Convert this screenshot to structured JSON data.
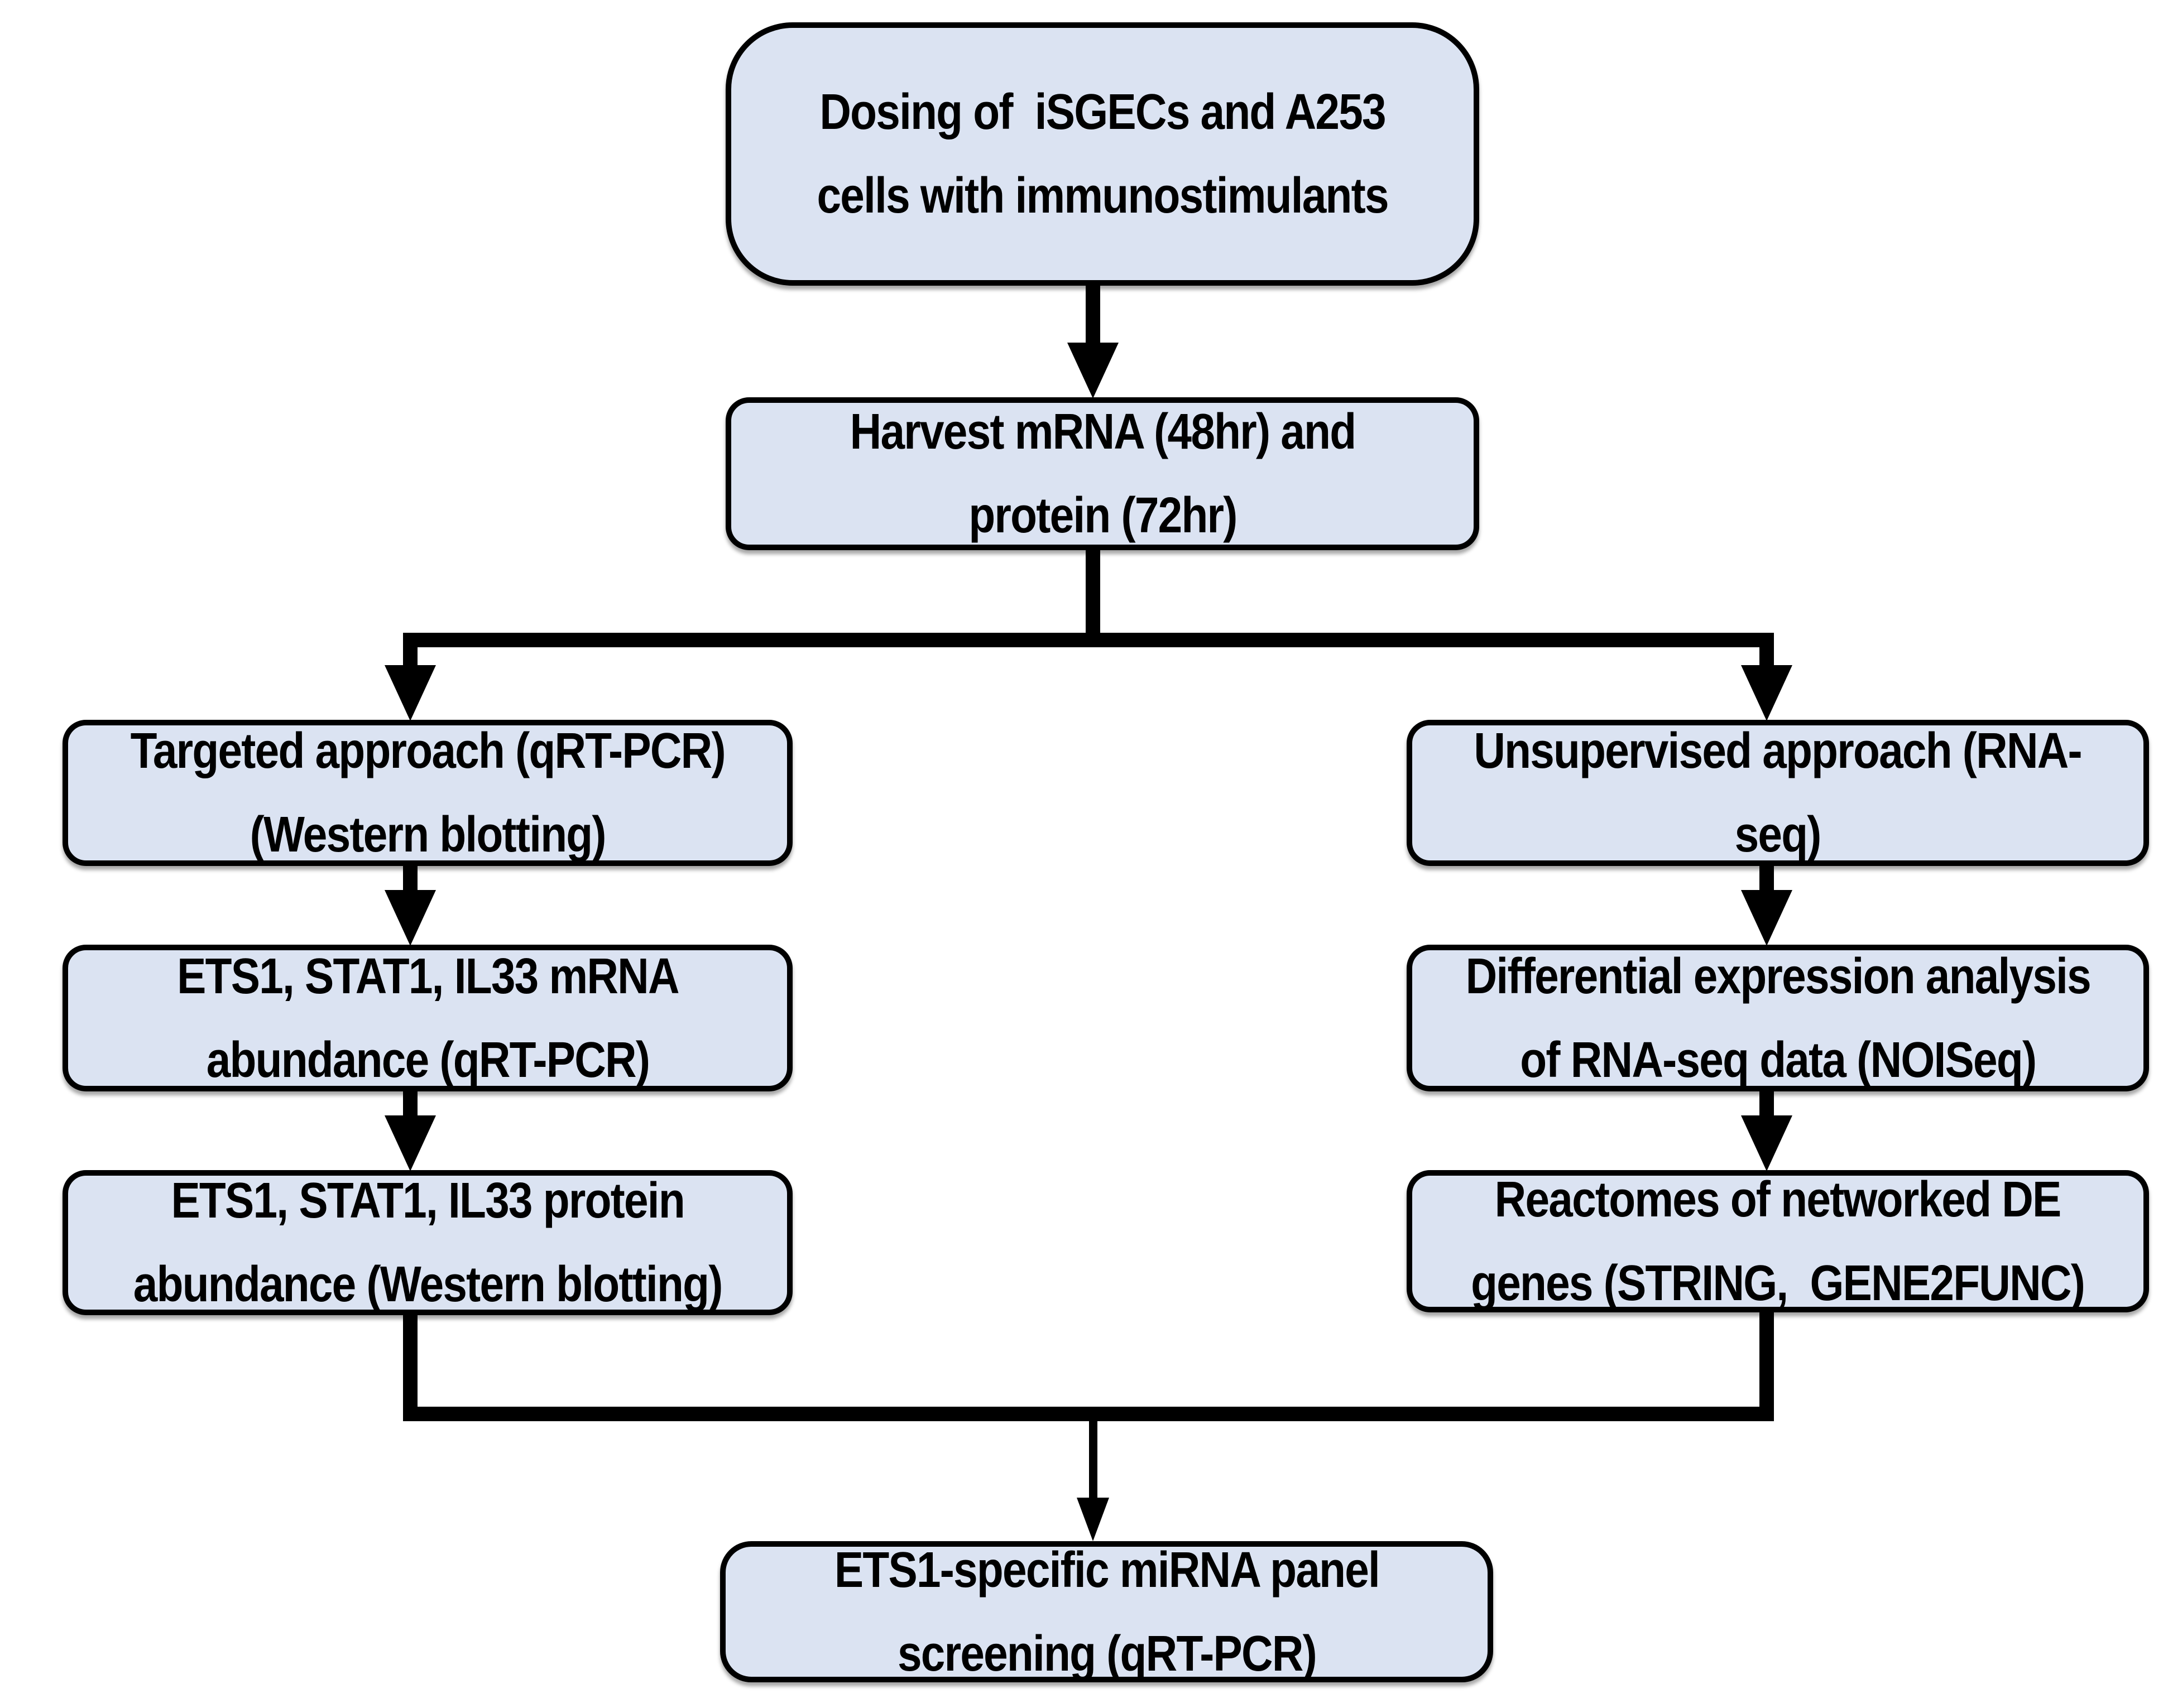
{
  "theme": {
    "canvas": "#ffffff",
    "box-fill": "#dbe3f2",
    "box-border": "#000000",
    "arrow": "#000000",
    "text": "#000000"
  },
  "nodes": {
    "dosing": {
      "lines": [
        "Dosing of  iSGECs and A253",
        "cells with immunostimulants"
      ]
    },
    "harvest": {
      "lines": [
        "Harvest mRNA (48hr) and",
        "protein (72hr)"
      ]
    },
    "targeted": {
      "lines": [
        "Targeted approach (qRT-PCR)",
        "(Western blotting)"
      ]
    },
    "mrna_abundance": {
      "lines": [
        "ETS1, STAT1, IL33 mRNA",
        "abundance (qRT-PCR)"
      ]
    },
    "protein_abundance": {
      "lines": [
        "ETS1, STAT1, IL33 protein",
        "abundance (Western blotting)"
      ]
    },
    "unsupervised": {
      "lines": [
        "Unsupervised approach (RNA-",
        "seq)"
      ]
    },
    "diff_expression": {
      "lines": [
        "Differential expression analysis",
        "of RNA-seq data (NOISeq)"
      ]
    },
    "reactomes": {
      "lines": [
        "Reactomes of networked DE",
        "genes (STRING,  GENE2FUNC)"
      ]
    },
    "mirna_panel": {
      "lines": [
        "ETS1-specific miRNA panel",
        "screening (qRT-PCR)"
      ]
    }
  }
}
